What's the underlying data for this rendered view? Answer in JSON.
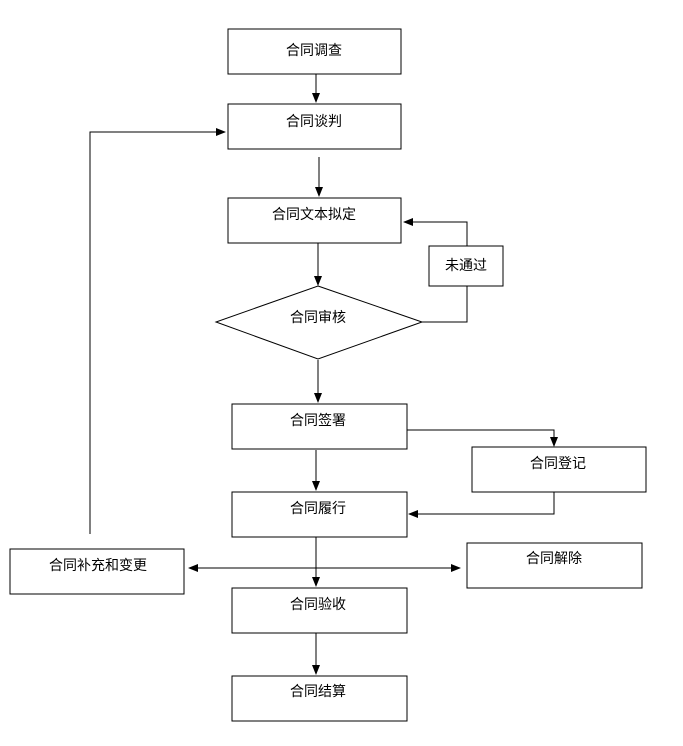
{
  "flowchart": {
    "nodes": {
      "investigation": "合同调查",
      "negotiation": "合同谈判",
      "drafting": "合同文本拟定",
      "rejected": "未通过",
      "review": "合同审核",
      "signing": "合同签署",
      "registration": "合同登记",
      "performance": "合同履行",
      "supplement_change": "合同补充和变更",
      "termination": "合同解除",
      "acceptance": "合同验收",
      "settlement": "合同结算"
    }
  }
}
